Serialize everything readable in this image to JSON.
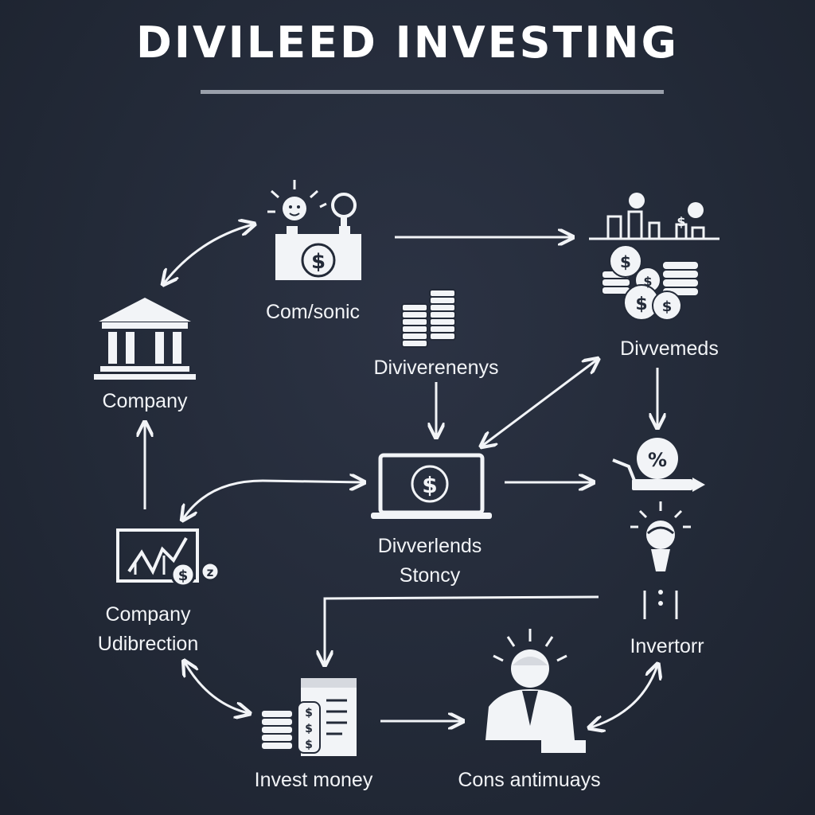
{
  "title": "DIVILEED INVESTING",
  "nodes": [
    {
      "id": "company",
      "label": "Company",
      "icon": "bank-icon"
    },
    {
      "id": "comsonic",
      "label": "Com/sonic",
      "icon": "idea-cash-register-icon"
    },
    {
      "id": "diviverenenys",
      "label": "Diviverenenys",
      "icon": "coin-stacks-icon"
    },
    {
      "id": "divvemeds",
      "label": "Divvemeds",
      "icon": "coins-chart-icon"
    },
    {
      "id": "divverlends",
      "label": "Divverlends\nStoncy",
      "icon": "laptop-dollar-icon"
    },
    {
      "id": "company-udibrection",
      "label": "Company\nUdibrection",
      "icon": "growth-chart-icon"
    },
    {
      "id": "invertorr",
      "label": "Invertorr",
      "icon": "investor-icon"
    },
    {
      "id": "invest-money",
      "label": "Invest money",
      "icon": "money-document-icon"
    },
    {
      "id": "cons-antimuays",
      "label": "Cons antimuays",
      "icon": "consultant-icon"
    }
  ],
  "icon_glyphs": {
    "dollar": "$",
    "percent": "%",
    "z": "z"
  }
}
